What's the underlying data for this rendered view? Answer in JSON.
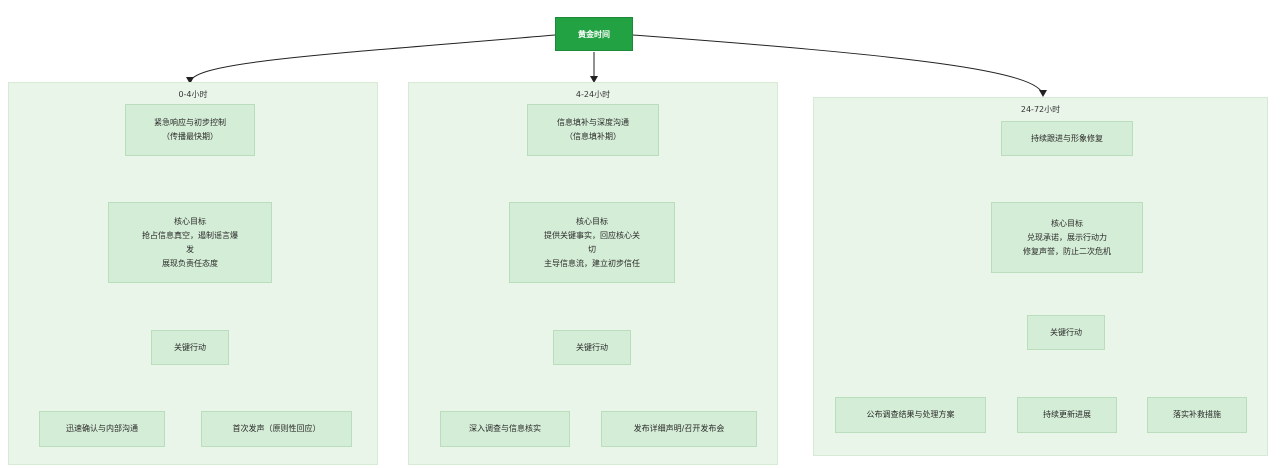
{
  "root": {
    "label": "黄金时间"
  },
  "phases": [
    {
      "title": "0-4小时",
      "stage": [
        "紧急响应与初步控制",
        "（传播最快期）"
      ],
      "goal": [
        "核心目标",
        "抢占信息真空，遏制谣言爆",
        "发",
        "展现负责任态度"
      ],
      "action": "关键行动",
      "leaves": [
        "迅速确认与内部沟通",
        "首次发声（原则性回应）"
      ]
    },
    {
      "title": "4-24小时",
      "stage": [
        "信息填补与深度沟通",
        "（信息填补期）"
      ],
      "goal": [
        "核心目标",
        "提供关键事实，回应核心关",
        "切",
        "主导信息流，建立初步信任"
      ],
      "action": "关键行动",
      "leaves": [
        "深入调查与信息核实",
        "发布详细声明/召开发布会"
      ]
    },
    {
      "title": "24-72小时",
      "stage": [
        "持续跟进与形象修复"
      ],
      "goal": [
        "核心目标",
        "兑现承诺，展示行动力",
        "修复声誉，防止二次危机"
      ],
      "action": "关键行动",
      "leaves": [
        "公布调查结果与处理方案",
        "持续更新进展",
        "落实补救措施"
      ]
    }
  ]
}
